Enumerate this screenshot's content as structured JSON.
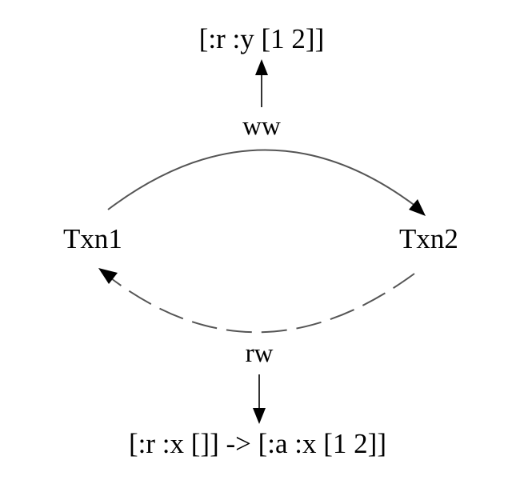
{
  "nodes": {
    "txn1": "Txn1",
    "txn2": "Txn2"
  },
  "edges": {
    "ww": {
      "label": "ww",
      "operation": "[:r :y [1 2]]",
      "style": "solid"
    },
    "rw": {
      "label": "rw",
      "operation": "[:r :x []] -> [:a :x [1 2]]",
      "style": "dashed"
    }
  },
  "colors": {
    "edge": "#555555",
    "arrow": "#000000",
    "text": "#000000"
  }
}
